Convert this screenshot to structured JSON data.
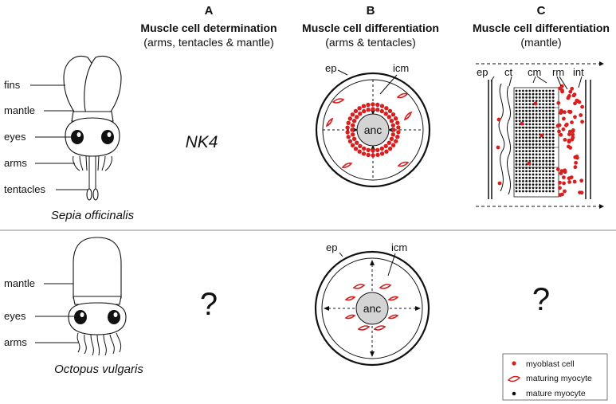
{
  "columns": [
    {
      "letter": "A",
      "title": "Muscle cell determination",
      "subtitle": "(arms, tentacles & mantle)"
    },
    {
      "letter": "B",
      "title": "Muscle cell differentiation",
      "subtitle": "(arms & tentacles)"
    },
    {
      "letter": "C",
      "title": "Muscle cell differentiation",
      "subtitle": "(mantle)"
    }
  ],
  "sepia": {
    "species": "Sepia officinalis",
    "labels": {
      "fins": "fins",
      "mantle": "mantle",
      "eyes": "eyes",
      "arms": "arms",
      "tentacles": "tentacles"
    },
    "determination": "NK4",
    "arm_section": {
      "ep": "ep",
      "icm": "icm",
      "center": "anc"
    },
    "mantle_section": {
      "ep": "ep",
      "ct": "ct",
      "cm": "cm",
      "rm": "rm",
      "int": "int"
    }
  },
  "octopus": {
    "species": "Octopus vulgaris",
    "labels": {
      "mantle": "mantle",
      "eyes": "eyes",
      "arms": "arms"
    },
    "determination": "?",
    "arm_section": {
      "ep": "ep",
      "icm": "icm",
      "center": "anc"
    },
    "mantle_differentiation": "?"
  },
  "legend": [
    {
      "icon": "myoblast-dot",
      "label": "myoblast cell"
    },
    {
      "icon": "maturing-myocyte-shape",
      "label": "maturing myocyte"
    },
    {
      "icon": "mature-myocyte-dot",
      "label": "mature myocyte"
    }
  ],
  "colors": {
    "accent": "#d81e1e",
    "ink": "#111111",
    "anc_fill": "#d4d4d4"
  }
}
